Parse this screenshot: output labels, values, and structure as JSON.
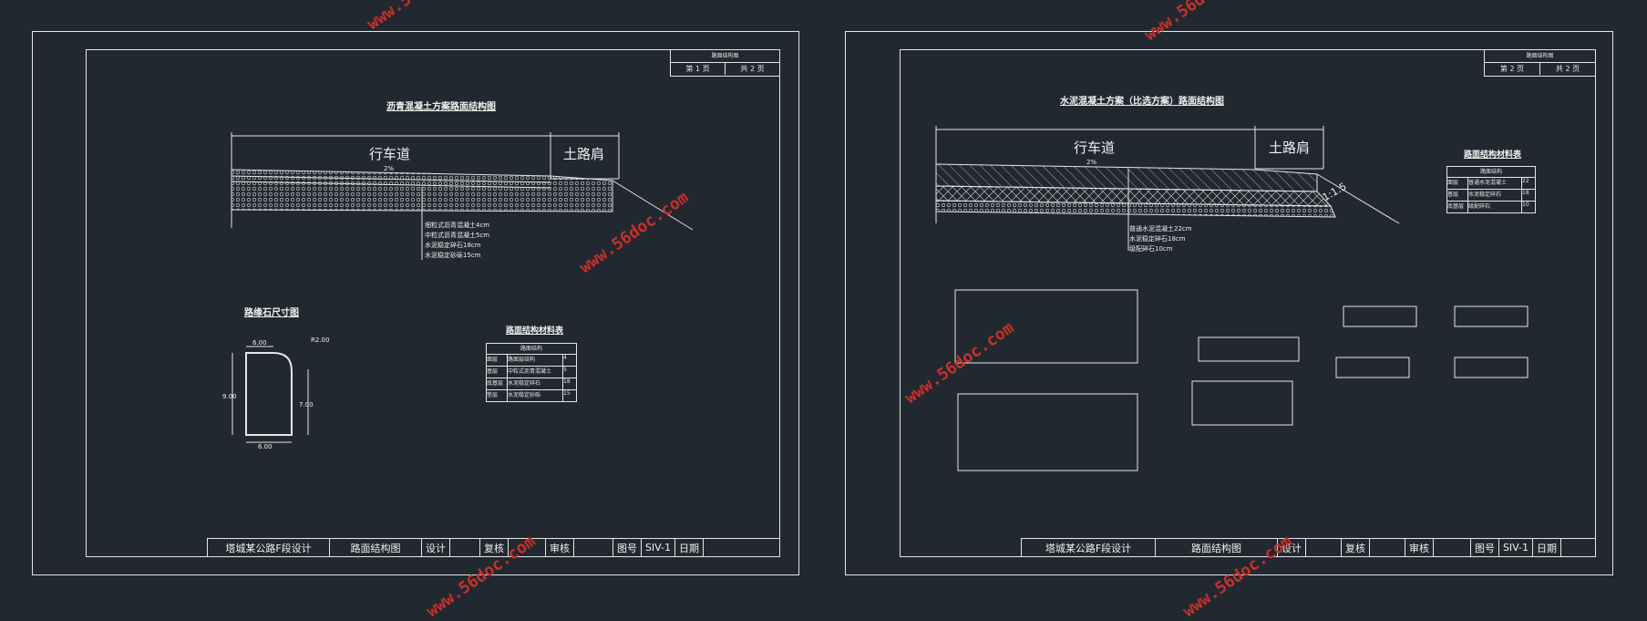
{
  "left_sheet": {
    "title": "沥青混凝土方案路面结构图",
    "carriageway_label": "行车道",
    "shoulder_label": "土路肩",
    "slope_label": "2%",
    "layer_notes": [
      "细粒式沥青混凝土4cm",
      "中粒式沥青混凝土5cm",
      "水泥稳定碎石18cm",
      "水泥稳定砂砾15cm"
    ],
    "curb_title": "路缘石尺寸图",
    "curb_dims": [
      "6.00",
      "R2.00",
      "9.00",
      "7.00",
      "6.00"
    ],
    "material_table_title": "路面结构材料表",
    "material_rows": [
      [
        "面层",
        "路面层结构",
        "4"
      ],
      [
        "基层",
        "中粒式沥青混凝土",
        "5"
      ],
      [
        "底基层",
        "水泥稳定碎石",
        "18"
      ],
      [
        "垫层",
        "水泥稳定砂砾",
        "15"
      ]
    ],
    "corner": {
      "row1": "路面结构图",
      "page": "第 1 页",
      "total": "共 2 页"
    },
    "title_block": [
      "塔城某公路F段设计",
      "路面结构图",
      "设计",
      "复核",
      "审核",
      "图号",
      "SIV-1",
      "日期"
    ]
  },
  "right_sheet": {
    "title": "水泥混凝土方案（比选方案）路面结构图",
    "carriageway_label": "行车道",
    "shoulder_label": "土路肩",
    "slope_label": "2%",
    "slope_ratio": "1:1.5",
    "layer_notes": [
      "普通水泥混凝土22cm",
      "水泥稳定碎石18cm",
      "级配碎石10cm"
    ],
    "material_table_title": "路面结构材料表",
    "material_rows": [
      [
        "面层",
        "普通水泥混凝土",
        "22"
      ],
      [
        "基层",
        "水泥稳定碎石",
        "18"
      ],
      [
        "底基层",
        "级配碎石",
        "10"
      ]
    ],
    "corner": {
      "row1": "路面结构图",
      "page": "第 2 页",
      "total": "共 2 页"
    },
    "title_block": [
      "塔城某公路F段设计",
      "路面结构图",
      "设计",
      "复核",
      "审核",
      "图号",
      "SIV-1",
      "日期"
    ]
  },
  "watermarks": [
    "www.56doc.com",
    "www.56doc.com",
    "www.56doc.com",
    "www.56doc.com",
    "www.56doc.com",
    "www.56doc.com"
  ]
}
